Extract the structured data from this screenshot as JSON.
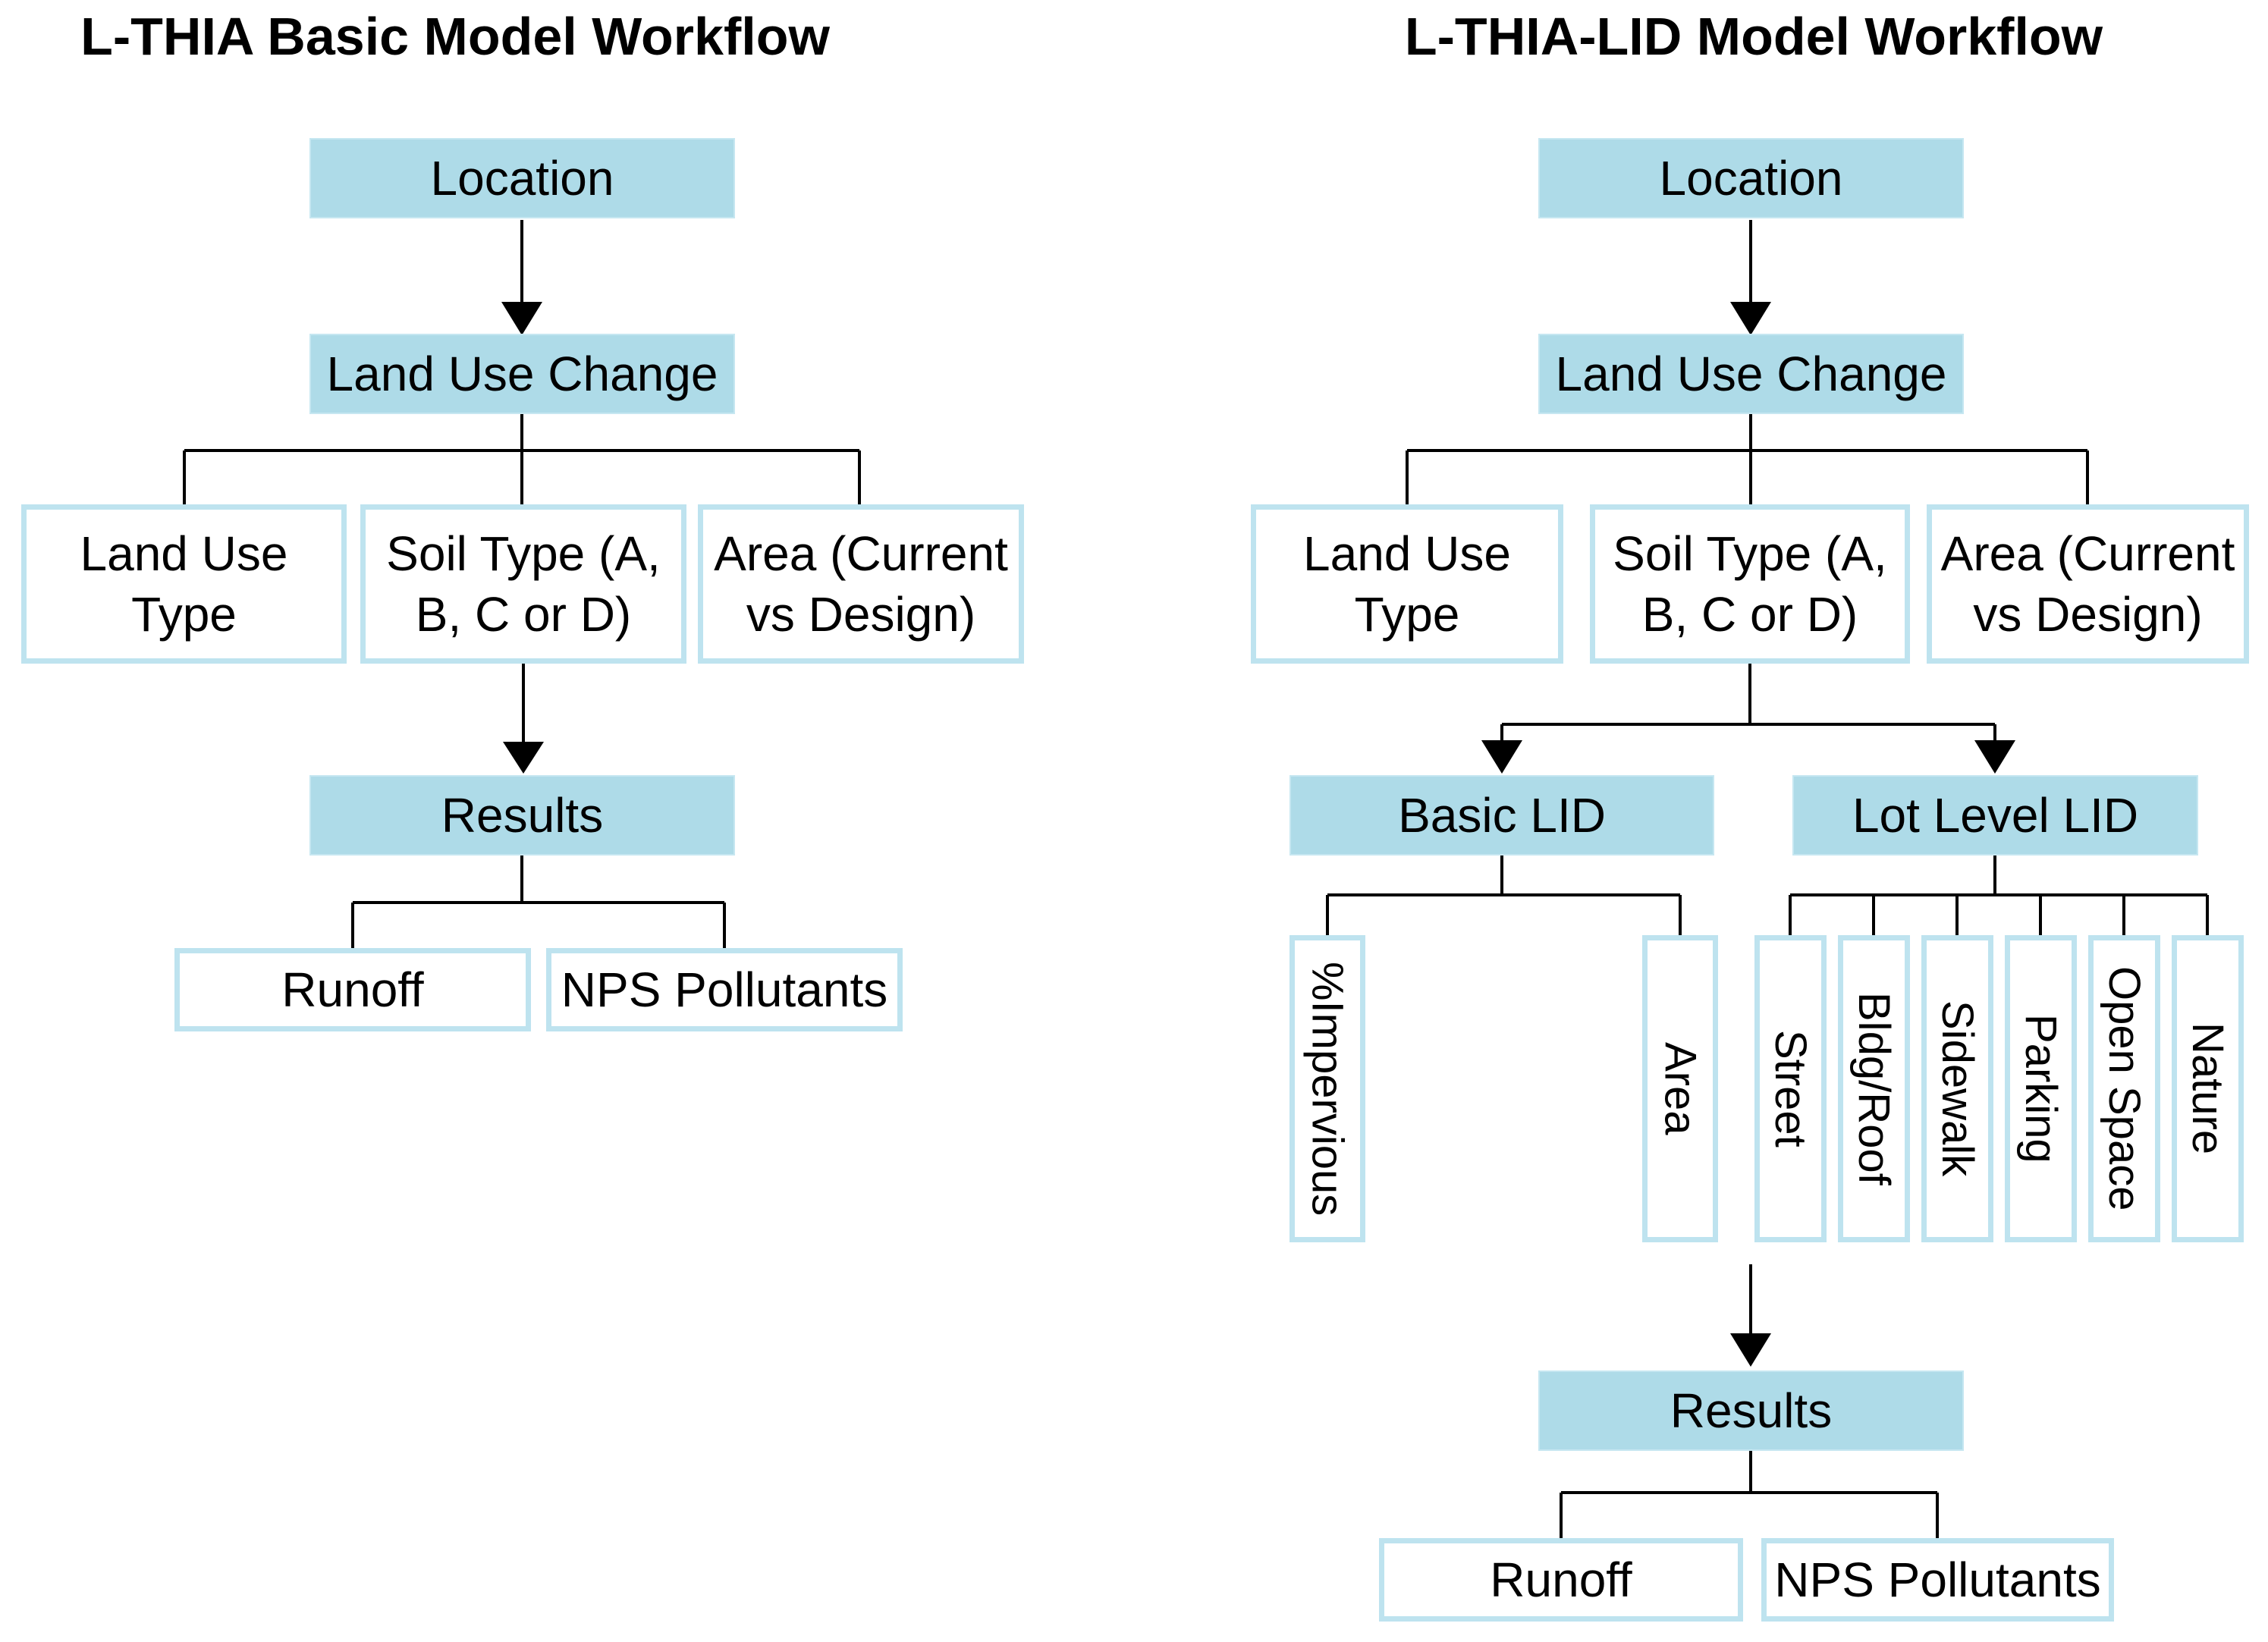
{
  "left": {
    "title": "L-THIA Basic Model Workflow",
    "location": "Location",
    "land_use_change": "Land Use Change",
    "inputs": {
      "land_use_type": "Land Use\nType",
      "soil_type": "Soil Type (A,\nB, C or D)",
      "area": "Area (Current\nvs Design)"
    },
    "results": "Results",
    "runoff": "Runoff",
    "nps": "NPS Pollutants"
  },
  "right": {
    "title": "L-THIA-LID Model Workflow",
    "location": "Location",
    "land_use_change": "Land Use Change",
    "inputs": {
      "land_use_type": "Land Use\nType",
      "soil_type": "Soil Type (A,\nB, C or D)",
      "area": "Area (Current\nvs Design)"
    },
    "basic_lid": "Basic LID",
    "lot_level_lid": "Lot Level LID",
    "basic_lid_params": [
      "%Impervious",
      "Area"
    ],
    "lot_level_params": [
      "Street",
      "Bldg/Roof",
      "Sidewalk",
      "Parking",
      "Open Space",
      "Nature"
    ],
    "results": "Results",
    "runoff": "Runoff",
    "nps": "NPS Pollutants"
  },
  "colors": {
    "box_fill": "#aedbe8",
    "box_border": "#bee3ef",
    "line": "#000000"
  }
}
